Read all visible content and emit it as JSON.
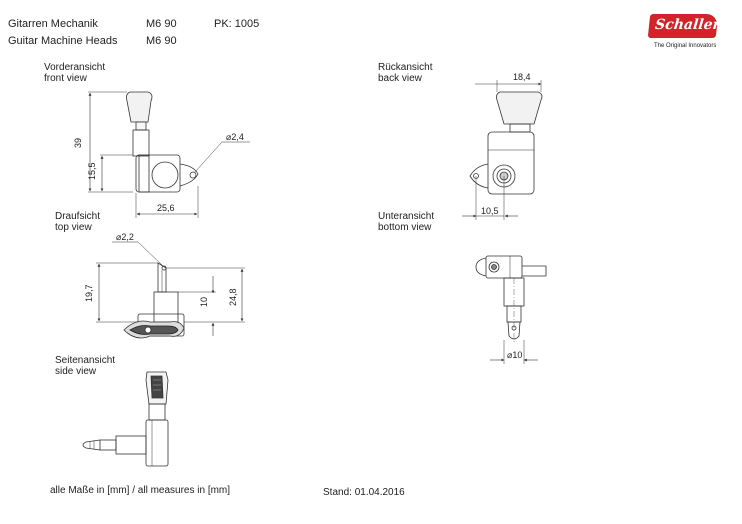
{
  "header": {
    "title_de": "Gitarren Mechanik",
    "title_en": "Guitar Machine Heads",
    "model_1": "M6 90",
    "model_2": "M6 90",
    "pk": "PK: 1005"
  },
  "logo": {
    "brand": "Schaller",
    "tagline": "The Original Innovators",
    "color": "#d2232a"
  },
  "views": {
    "front": {
      "de": "Vorderansicht",
      "en": "front view"
    },
    "back": {
      "de": "Rückansicht",
      "en": "back view"
    },
    "top": {
      "de": "Draufsicht",
      "en": "top view"
    },
    "bottom": {
      "de": "Unteransicht",
      "en": "bottom view"
    },
    "side": {
      "de": "Seitenansicht",
      "en": "side view"
    }
  },
  "dimensions": {
    "front_height": "39",
    "front_body_height": "15,5",
    "front_width": "25,6",
    "front_hole": "2,4",
    "back_width": "18,4",
    "back_offset": "10,5",
    "top_hole": "2,2",
    "top_height": "19,7",
    "top_post": "10",
    "top_total": "24,8",
    "bottom_post": "10"
  },
  "footer": {
    "units": "alle Maße in [mm] / all measures in [mm]",
    "date": "Stand: 01.04.2016"
  }
}
